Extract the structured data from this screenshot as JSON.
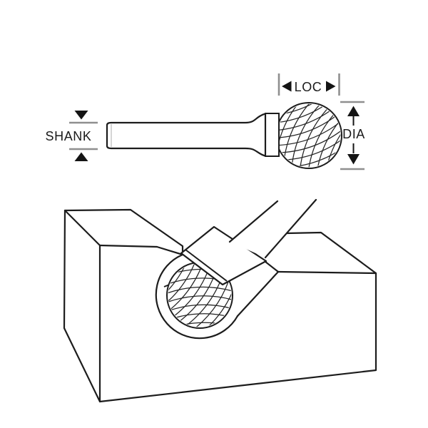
{
  "illustration": {
    "kind": "technical-line-drawing",
    "labels": {
      "shank": "SHANK",
      "loc": "LOC",
      "dia": "DIA"
    },
    "colors": {
      "line": "#1c1c1c",
      "dimension_tick": "#8f8f8f",
      "arrow": "#141414",
      "background": "#ffffff"
    }
  }
}
